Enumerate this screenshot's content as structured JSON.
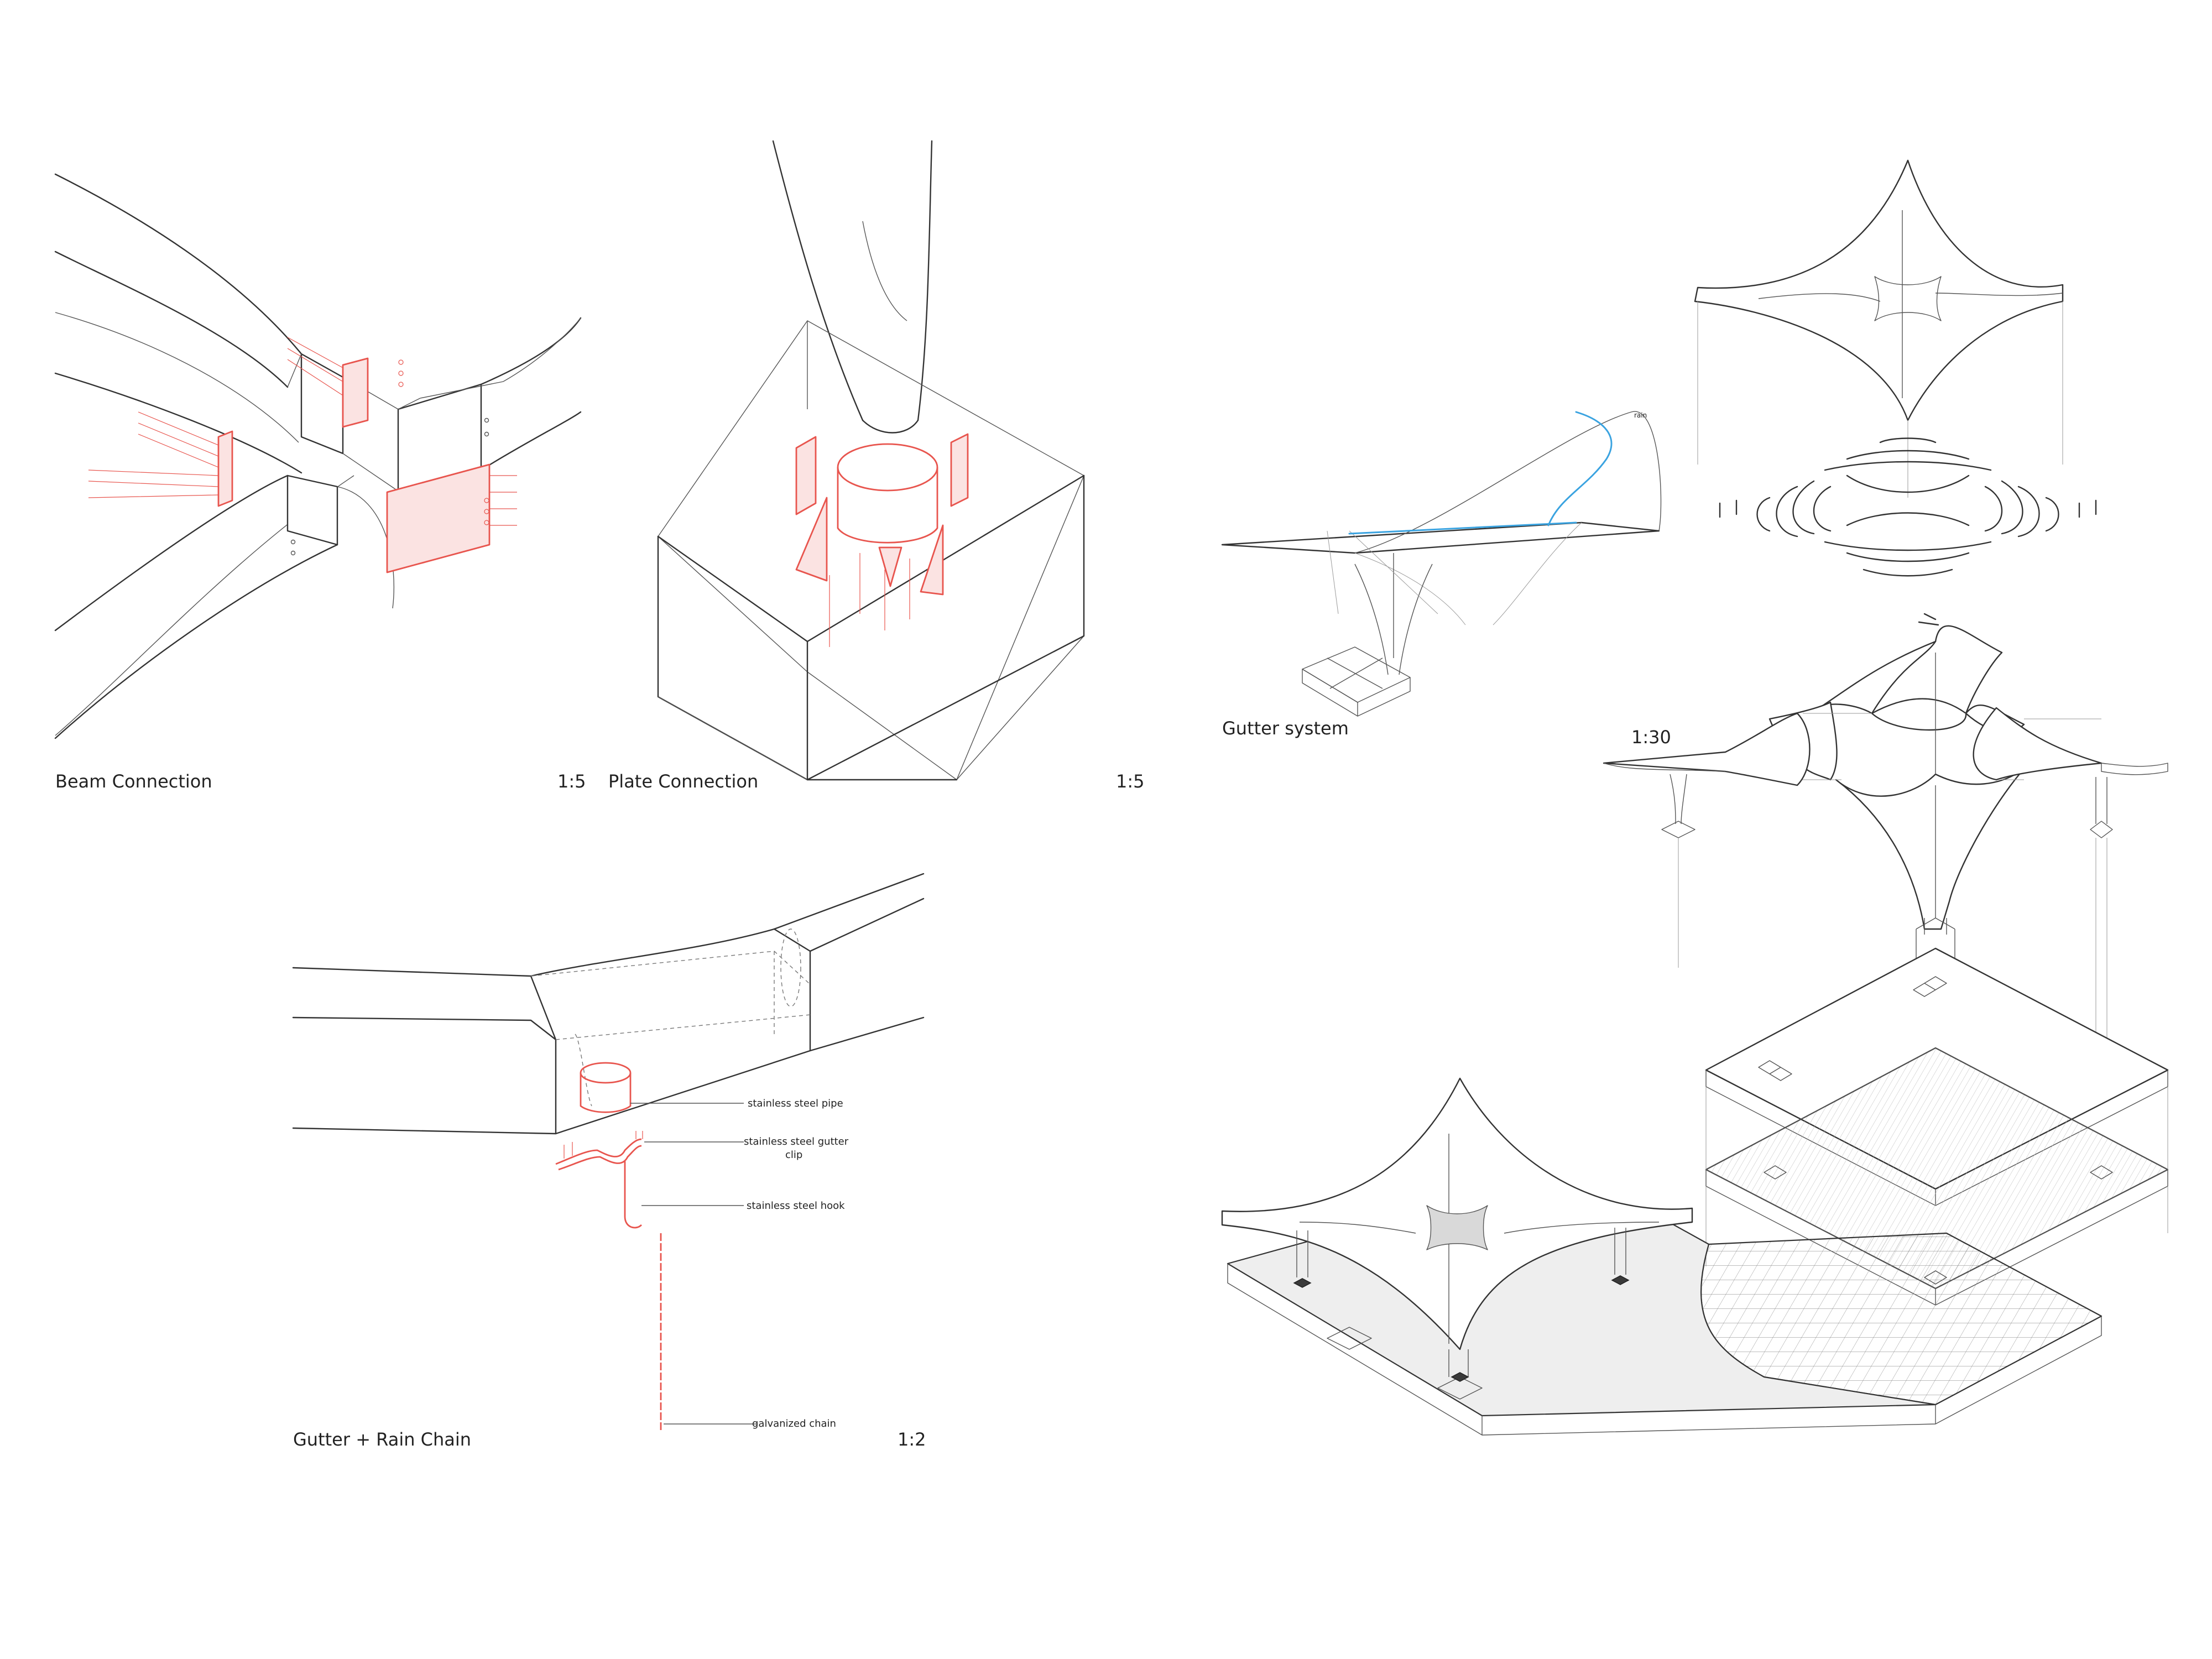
{
  "details": {
    "beam": {
      "title": "Beam Connection",
      "scale": "1:5"
    },
    "plate": {
      "title": "Plate Connection",
      "scale": "1:5"
    },
    "gutter": {
      "title": "Gutter + Rain Chain",
      "scale": "1:2",
      "callouts": [
        {
          "line1": "stainless steel pipe",
          "line2": ""
        },
        {
          "line1": "stainless steel gutter",
          "line2": "clip"
        },
        {
          "line1": "stainless steel hook",
          "line2": ""
        },
        {
          "line1": "galvanized chain",
          "line2": ""
        }
      ]
    }
  },
  "gutter_system": {
    "title": "Gutter system",
    "rain_label": "rain"
  },
  "exploded": {
    "scale": "1:30"
  },
  "colors": {
    "line": "#333333",
    "detail_red": "#e8554e",
    "rain_blue": "#3aa3e0",
    "ground": "#ebebeb"
  }
}
